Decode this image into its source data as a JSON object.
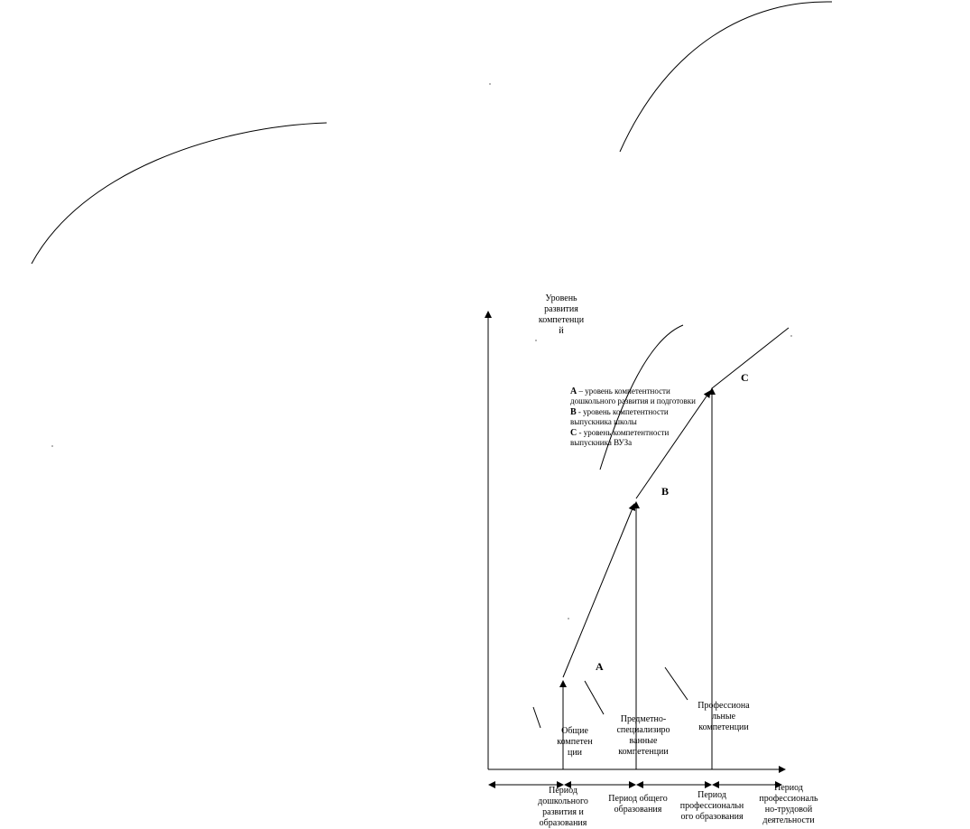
{
  "y_axis_label": "Уровень\nразвития\nкомпетенци\nй",
  "points": {
    "a": "A",
    "b": "B",
    "c": "C"
  },
  "legend": [
    {
      "letter": "А",
      "text": " – уровень компетентности дошкольного развития и подготовки"
    },
    {
      "letter": "В",
      "text": " -  уровень компетентности выпускника школы"
    },
    {
      "letter": "С",
      "text": " -  уровень компетентности выпускника ВУЗа"
    }
  ],
  "competences": {
    "general": "Общие\nкомпетен\nции",
    "subject": "Предметно-\nспециализиро\nванные\nкомпетенции",
    "professional": "Профессиона\nльные\nкомпетенции"
  },
  "periods": {
    "preschool": "Период\nдошкольного\nразвития и\nобразования",
    "general_education": "Период общего\nобразования",
    "professional_education": "Период\nпрофессиональн\nого образования",
    "professional_work": "Период\nпрофессиональ\nно-трудовой\nдеятельности"
  }
}
